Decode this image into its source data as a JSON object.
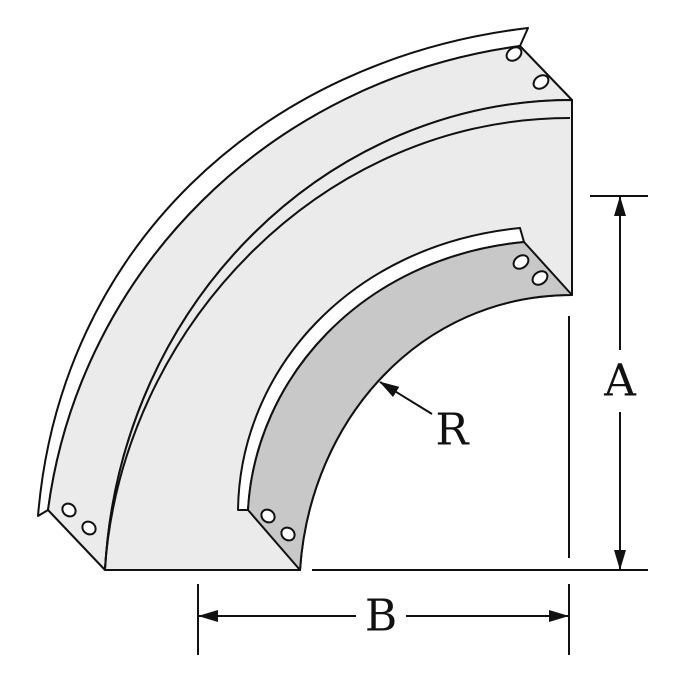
{
  "labels": {
    "a": "A",
    "b": "B",
    "r": "R"
  },
  "colors": {
    "outer_surface": "#ebebeb",
    "inner_rail": "#c8c8c8",
    "stroke": "#111111"
  }
}
